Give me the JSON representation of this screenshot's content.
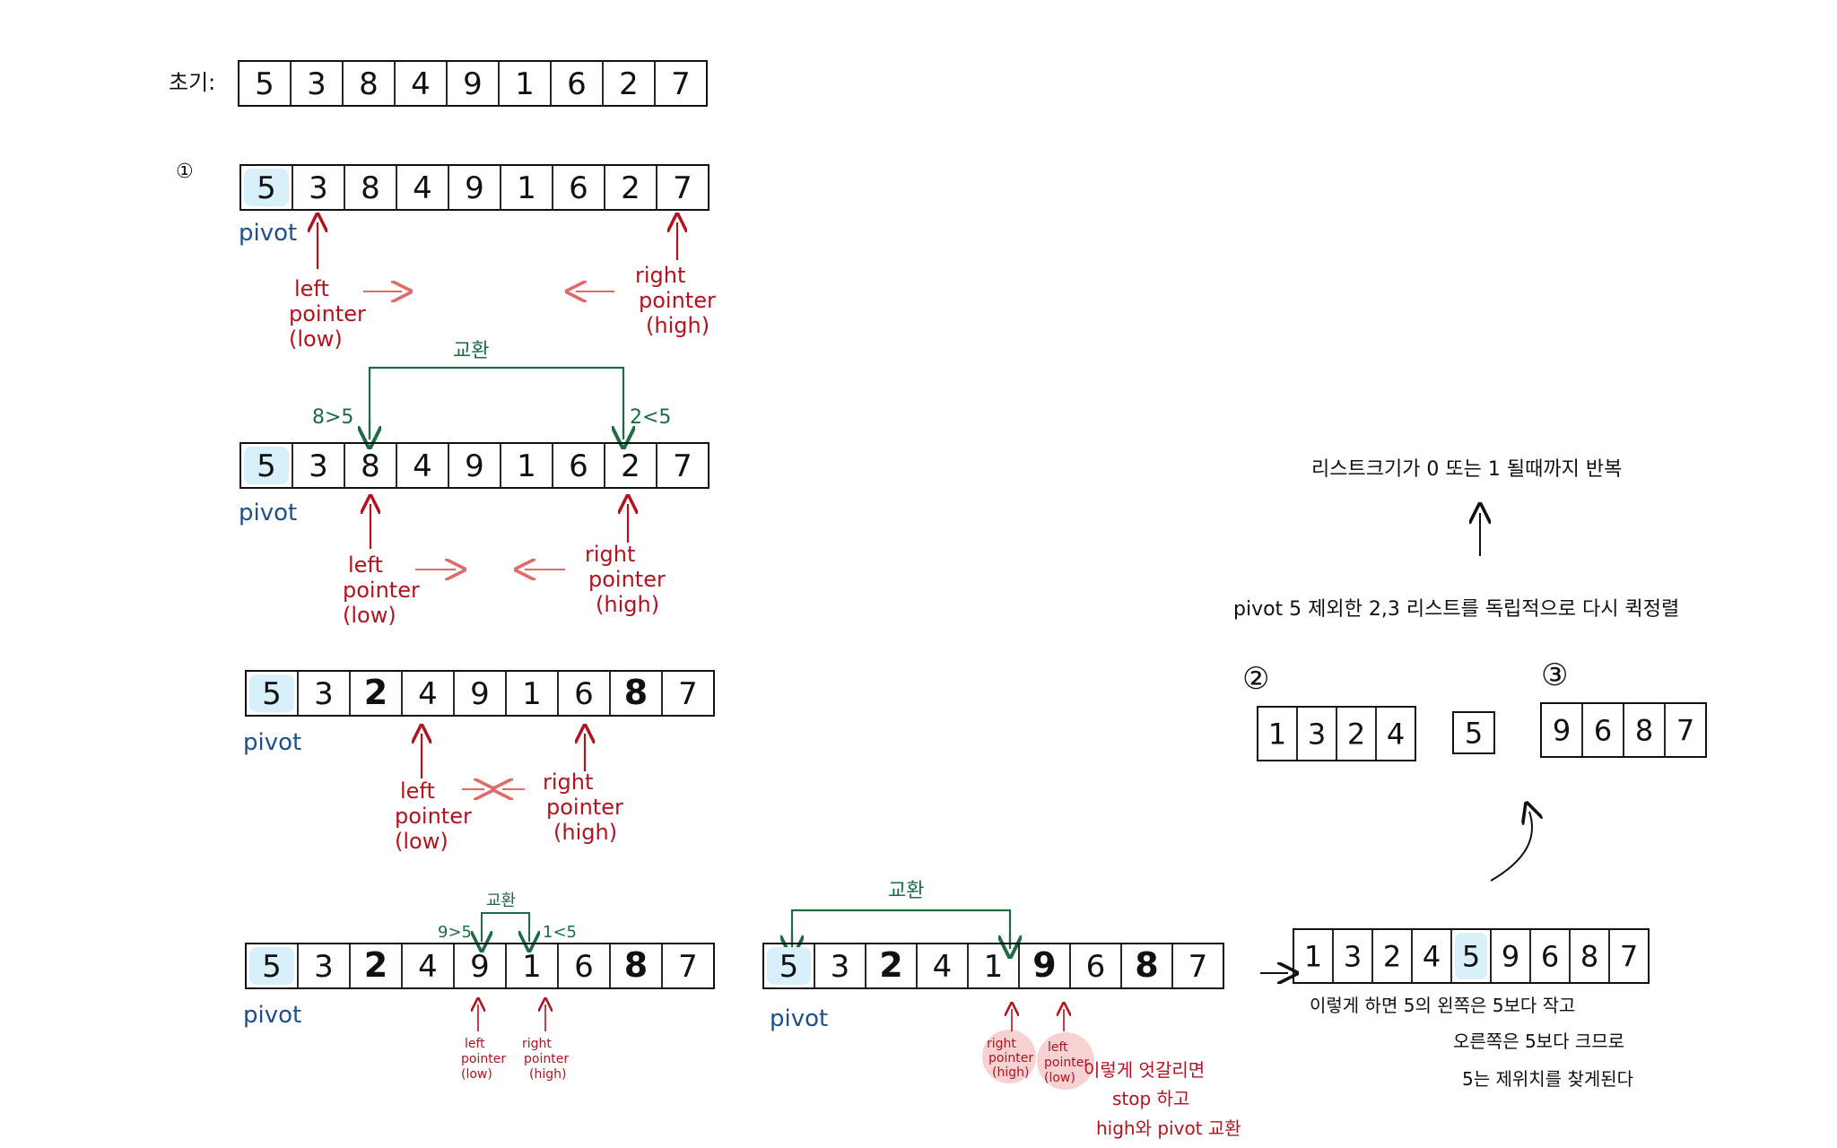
{
  "initial_label": "초기:",
  "initial_array": [
    "5",
    "3",
    "8",
    "4",
    "9",
    "1",
    "6",
    "2",
    "7"
  ],
  "steps": {
    "step1_marker": "①",
    "step2_marker": "②",
    "step3_marker": "③"
  },
  "row1": {
    "cells": [
      "5",
      "3",
      "8",
      "4",
      "9",
      "1",
      "6",
      "2",
      "7"
    ],
    "pivot_label": "pivot",
    "left_label": [
      "left",
      "pointer",
      "(low)"
    ],
    "right_label": [
      "right",
      "pointer",
      "(high)"
    ]
  },
  "swap_label": "교환",
  "row2": {
    "cells": [
      "5",
      "3",
      "8",
      "4",
      "9",
      "1",
      "6",
      "2",
      "7"
    ],
    "pivot_label": "pivot",
    "cmp_left": "8>5",
    "cmp_right": "2<5",
    "left_label": [
      "left",
      "pointer",
      "(low)"
    ],
    "right_label": [
      "right",
      "pointer",
      "(high)"
    ]
  },
  "row3": {
    "cells": [
      "5",
      "3",
      "2",
      "4",
      "9",
      "1",
      "6",
      "8",
      "7"
    ],
    "bold": [
      2,
      7
    ],
    "pivot_label": "pivot",
    "left_label": [
      "left",
      "pointer",
      "(low)"
    ],
    "right_label": [
      "right",
      "pointer",
      "(high)"
    ]
  },
  "row4": {
    "cells": [
      "5",
      "3",
      "2",
      "4",
      "9",
      "1",
      "6",
      "8",
      "7"
    ],
    "bold": [
      2,
      7
    ],
    "pivot_label": "pivot",
    "swap_label": "교환",
    "cmp_left": "9>5",
    "cmp_right": "1<5",
    "left_label": [
      "left",
      "pointer",
      "(low)"
    ],
    "right_label": [
      "right",
      "pointer",
      "(high)"
    ]
  },
  "row5": {
    "cells": [
      "5",
      "3",
      "2",
      "4",
      "1",
      "9",
      "6",
      "8",
      "7"
    ],
    "bold": [
      2,
      5,
      7
    ],
    "pivot_label": "pivot",
    "swap_label": "교환",
    "right_label": [
      "right",
      "pointer",
      "(high)"
    ],
    "left_label": [
      "left",
      "pointer",
      "(low)"
    ],
    "note": [
      "이렇게 엇갈리면",
      "stop 하고",
      "high와 pivot 교환"
    ]
  },
  "result": {
    "cells": [
      "1",
      "3",
      "2",
      "4",
      "5",
      "9",
      "6",
      "8",
      "7"
    ],
    "note": [
      "이렇게 하면 5의 왼쪽은 5보다 작고",
      "오른쪽은 5보다 크므로",
      "5는 제위치를 찾게된다"
    ]
  },
  "split": {
    "left": [
      "1",
      "3",
      "2",
      "4"
    ],
    "middle": [
      "5"
    ],
    "right": [
      "9",
      "6",
      "8",
      "7"
    ]
  },
  "sub_text": "pivot 5 제외한 2,3 리스트를 독립적으로 다시 퀵정렬",
  "repeat_text": "리스트크기가 0 또는 1 될때까지 반복",
  "colors": {
    "pivot_highlight": "#d8f0fa",
    "red": "#b3121f",
    "light_red": "#e06a6a",
    "green": "#1d6b43",
    "blue": "#1c4f8c"
  }
}
